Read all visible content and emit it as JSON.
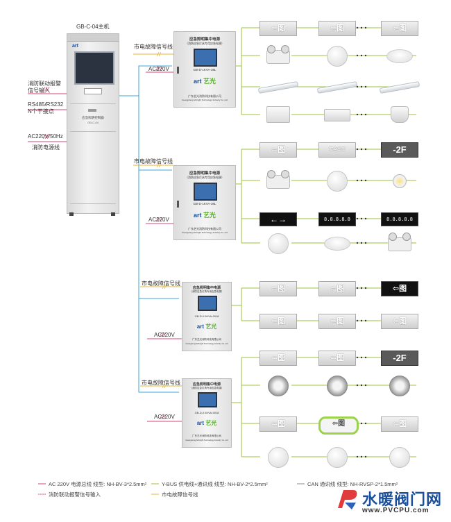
{
  "main_host": {
    "title": "GB-C-04主机",
    "panel_label": "应急照明控制器",
    "model": "GB-C-04",
    "brand": "art",
    "inputs": [
      {
        "label": "消防联动报警"
      },
      {
        "label": "信号输入"
      },
      {
        "label": "RS485/RS232"
      },
      {
        "label": "N个干接点"
      },
      {
        "label": "AC220V/50Hz"
      },
      {
        "label": "消防电源线"
      }
    ]
  },
  "power_boxes": [
    {
      "fault_label": "市电故障信号线",
      "ac_label": "AC220V",
      "title": "应急照明集中电源",
      "subtitle": "（消防应急灯具专用应急电源）",
      "model": "GB-D-1KVA-36L",
      "brand_en": "art",
      "brand_cn": "艺光",
      "company": "广东艺光消防科技有限公司",
      "company_en": "Guangdong Artbright Technology Industry Co.,Ltd"
    },
    {
      "fault_label": "市电故障信号线",
      "ac_label": "AC220V",
      "title": "应急照明集中电源",
      "subtitle": "（消防应急灯具专用应急电源）",
      "model": "GB-D-1KVA-36L",
      "brand_en": "art",
      "brand_cn": "艺光",
      "company": "广东艺光消防科技有限公司",
      "company_en": "Guangdong Artbright Technology Industry Co.,Ltd"
    },
    {
      "fault_label": "市电故障信号线",
      "ac_label": "AC220V",
      "title": "应急照明集中电源",
      "subtitle": "（消防应急灯具专用应急电源）",
      "model": "GB-D-0.5KVA-9018",
      "brand_en": "art",
      "brand_cn": "艺光",
      "company": "广东艺光消防科技有限公司",
      "company_en": "Guangdong Artbright Technology Industry Co.,Ltd"
    },
    {
      "fault_label": "市电故障信号线",
      "ac_label": "AC220V",
      "title": "应急照明集中电源",
      "subtitle": "（消防应急灯具专用应急电源）",
      "model": "GB-D-0.5KVA-9018",
      "brand_en": "art",
      "brand_cn": "艺光",
      "company": "广东艺光消防科技有限公司",
      "company_en": "Guangdong Artbright Technology Industry Co.,Ltd"
    }
  ],
  "sign_text": {
    "floor": "-2F",
    "exit_glyph": "⇦图",
    "safe_exit": "安全出口",
    "counter": "8.8.8.8.8"
  },
  "legend": [
    {
      "text": "AC 220V  电源总线   线型: NH-BV-3*2.5mm²",
      "color": "#d9467a"
    },
    {
      "text": "Y-BUS  供电线+通讯线   线型: NH-BV-2*2.5mm²",
      "color": "#9ac43a"
    },
    {
      "text": "CAN  通讯线   线型: NH-RVSP-2*1.5mm²",
      "color": "#8d8d8d"
    },
    {
      "text": "消防联动报警信号输入",
      "color": "#d9467a"
    },
    {
      "text": "市电故障信号线",
      "color": "#e0b43a"
    }
  ],
  "watermark": {
    "name": "水暖阀门网",
    "url": "www.PVCPU.com"
  },
  "colors": {
    "bus": "#3aa6d8",
    "ac": "#d9467a",
    "ybus": "#9ac43a",
    "can": "#8d8d8d",
    "fault": "#e0b43a",
    "cabinet": "#e8e8e8"
  }
}
